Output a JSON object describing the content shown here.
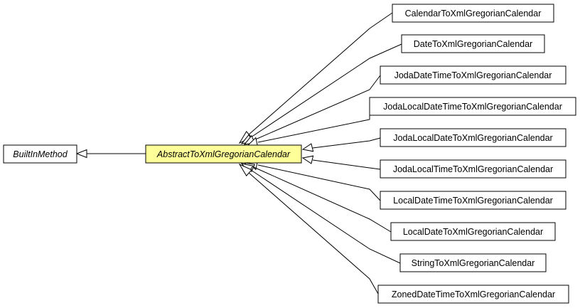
{
  "diagram": {
    "base_class": "BuiltInMethod",
    "focus_class": "AbstractToXmlGregorianCalendar",
    "subclasses": [
      "CalendarToXmlGregorianCalendar",
      "DateToXmlGregorianCalendar",
      "JodaDateTimeToXmlGregorianCalendar",
      "JodaLocalDateTimeToXmlGregorianCalendar",
      "JodaLocalDateToXmlGregorianCalendar",
      "JodaLocalTimeToXmlGregorianCalendar",
      "LocalDateTimeToXmlGregorianCalendar",
      "LocalDateToXmlGregorianCalendar",
      "StringToXmlGregorianCalendar",
      "ZonedDateTimeToXmlGregorianCalendar"
    ],
    "colors": {
      "focus_fill": "#ffff99",
      "node_fill": "#ffffff",
      "stroke": "#000000"
    }
  }
}
